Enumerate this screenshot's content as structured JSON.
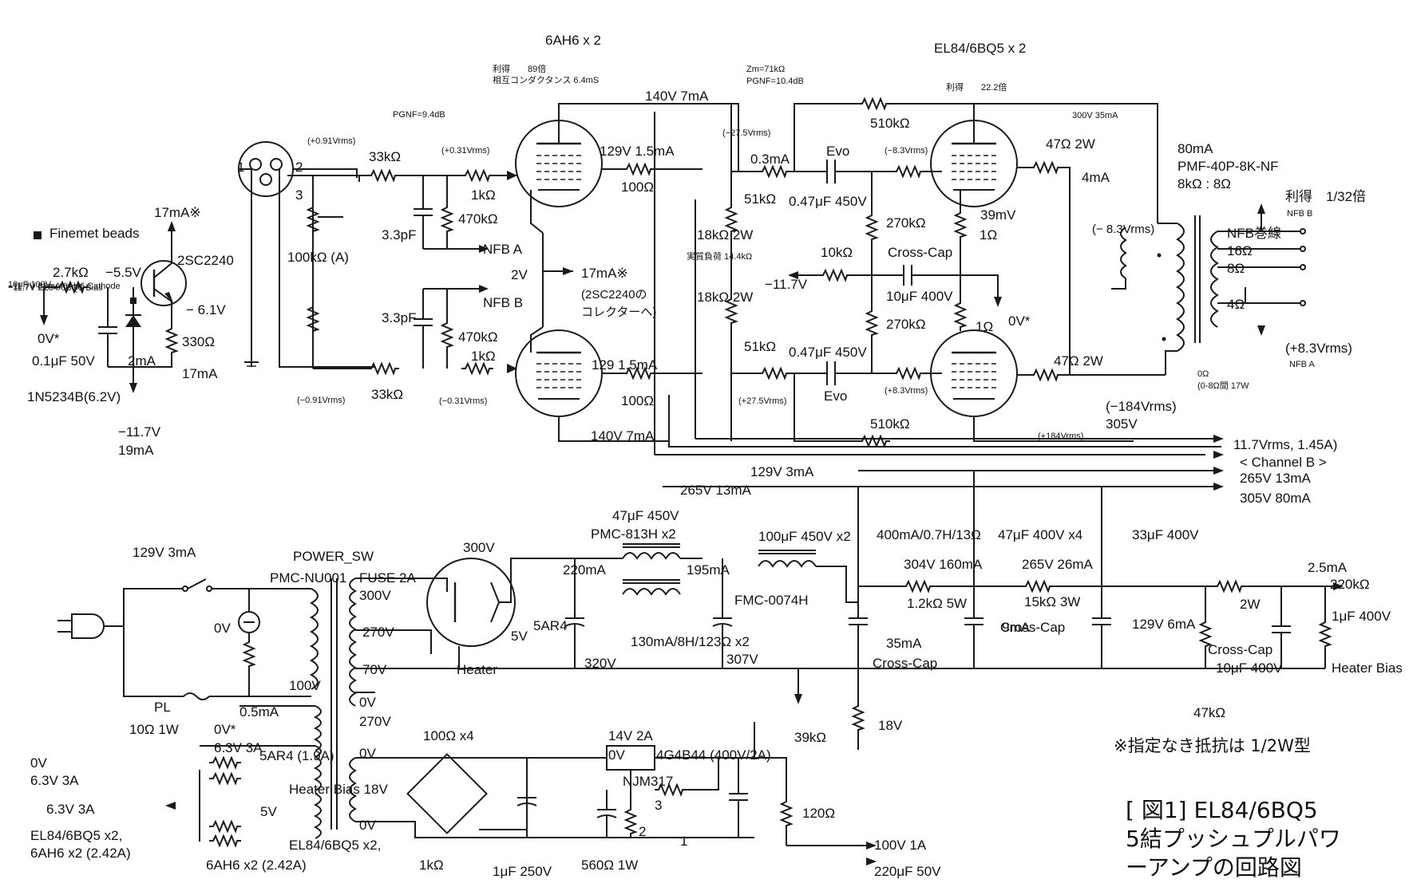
{
  "figure": {
    "caption_lines": [
      "[ 図1] EL84/6BQ5",
      "5結プッシュプルパワ",
      "ーアンプの回路図"
    ],
    "note": "※指定なき抵抗は 1/2W型",
    "legend_beads": "Finemet beads"
  },
  "tubes": {
    "driver": "6AH6 x 2",
    "driver_gain_lines": [
      "利得　　89倍",
      "相互コンダクタンス 6.4mS"
    ],
    "output": "EL84/6BQ5 x 2",
    "output_gain": "利得　　22.2倍",
    "zm": "Zm=71kΩ",
    "pgnf_out": "PGNF=10.4dB",
    "pgnf_drv": "PGNF=9.4dB",
    "load_actual": "実質負荷 14.4kΩ"
  },
  "labels": [
    "1",
    "2",
    "3",
    "17mA※",
    "2SC2240",
    "2.7kΩ",
    "−5.5V",
    "− 6.1V",
    "0V*",
    "0.1μF 50V",
    "2mA",
    "330Ω",
    "17mA",
    "1N5234B(6.2V)",
    "−11.7V",
    "19mA",
    "(+0.91Vrms)",
    "(−0.91Vrms)",
    "33kΩ",
    "33kΩ",
    "100kΩ (A)",
    "3.3pF",
    "3.3pF",
    "1kΩ",
    "1kΩ",
    "470kΩ",
    "470kΩ",
    "(+0.31Vrms)",
    "(−0.31Vrms)",
    "NFB A",
    "NFB B",
    "140V 7mA",
    "140V 7mA",
    "129V 1.5mA",
    "129 1.5mA",
    "100Ω",
    "100Ω",
    "2V",
    "17mA※",
    "(2SC2240の",
    "コレクターへ)",
    "(−27.5Vrms)",
    "(+27.5Vrms)",
    "0.3mA",
    "51kΩ",
    "51kΩ",
    "18kΩ 2W",
    "18kΩ 2W",
    "Evo",
    "Evo",
    "0.47μF 450V",
    "0.47μF 450V",
    "510kΩ",
    "510kΩ",
    "(−8.3Vrms)",
    "(+8.3Vrms)",
    "270kΩ",
    "270kΩ",
    "10kΩ",
    "−11.7V",
    "Cross-Cap",
    "10μF 400V",
    "0V*",
    "39mV",
    "1Ω",
    "1Ω",
    "47Ω 2W",
    "47Ω 2W",
    "4mA",
    "300V 35mA",
    "(+184Vrms)",
    "(−184Vrms)",
    "305V",
    "80mA",
    "PMF-40P-8K-NF",
    "8kΩ : 8Ω",
    "利得　1/32倍",
    "NFB B",
    "(+8.3Vrms)",
    "NFB A",
    "(− 8.3Vrms)",
    "NFB巻線",
    "16Ω",
    "8Ω",
    "4Ω",
    "0Ω",
    "(0-8Ω間 17W",
    "11.7Vrms, 1.45A)",
    "< Channel B >",
    "265V 13mA",
    "305V 80mA",
    "129V 3mA",
    "265V 13mA",
    "129V 3mA",
    "POWER_SW",
    "PMC-NU001",
    "100V",
    "0V",
    "PL",
    "FUSE 2A",
    "300V",
    "270V",
    "70V",
    "0V",
    "270V",
    "300V",
    "5AR4",
    "5V",
    "Heater",
    "220mA",
    "320V",
    "47μF 450V",
    "PMC-813H x2",
    "130mA/8H/123Ω x2",
    "195mA",
    "307V",
    "100μF 450V x2",
    "FMC-0074H",
    "400mA/0.7H/13Ω",
    "304V 160mA",
    "1.2kΩ 5W",
    "35mA",
    "Cross-Cap",
    "47μF 400V x4",
    "265V 26mA",
    "15kΩ 3W",
    "9mA",
    "Cross-Cap",
    "33μF 400V",
    "129V 6mA",
    "Cross-Cap",
    "10μF 400V",
    "47kΩ",
    "2W",
    "2.5mA",
    "220kΩ",
    "1μF 400V",
    "Heater Bias",
    "18V",
    "39kΩ",
    "0.5mA",
    "10Ω 1W",
    "0V*",
    "6.3V 3A",
    "5AR4 (1.9A)",
    "5V",
    "0V",
    "6.3V 3A",
    "6.3V 3A",
    "EL84/6BQ5 x2,",
    "6AH6 x2 (2.42A)",
    "Heater Bias 18V",
    "EL84/6BQ5 x2,",
    "6AH6 x2 (2.42A)",
    "0V",
    "0V",
    "100Ω x4",
    "14V 2A",
    "0V",
    "4G4B44 (400V/2A)",
    "NJM317",
    "3",
    "2",
    "1",
    "120Ω",
    "1kΩ",
    "1μF 250V",
    "560Ω 1W",
    "100V 1A",
    "220μF 50V",
    "10μF 100V",
    "−11.7V 38mA 6AH6 Cathode",
    "−11.7V EL84/6BQ5  Bias"
  ]
}
